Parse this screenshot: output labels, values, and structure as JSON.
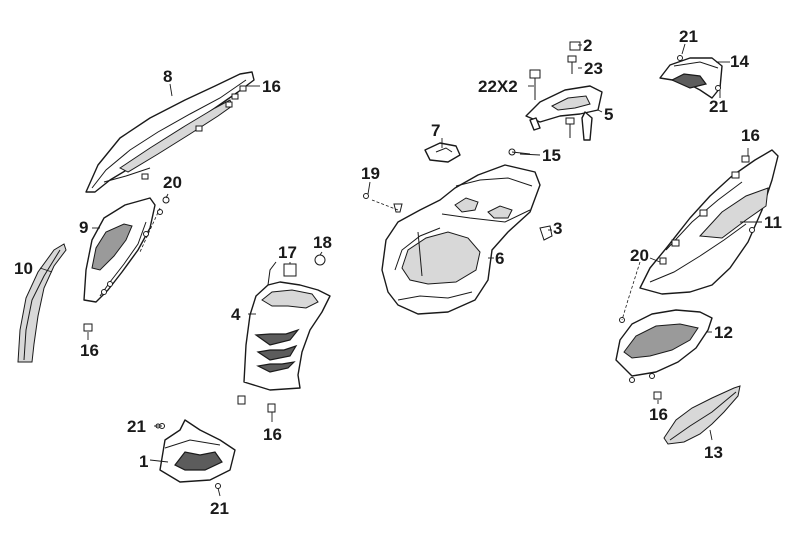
{
  "callouts": {
    "c1": "1",
    "c2": "2",
    "c3": "3",
    "c4": "4",
    "c5": "5",
    "c6": "6",
    "c7": "7",
    "c8": "8",
    "c9": "9",
    "c10": "10",
    "c11": "11",
    "c12": "12",
    "c13": "13",
    "c14": "14",
    "c15": "15",
    "c16a": "16",
    "c16b": "16",
    "c16c": "16",
    "c16d": "16",
    "c16e": "16",
    "c17": "17",
    "c18": "18",
    "c19": "19",
    "c20a": "20",
    "c20b": "20",
    "c21a": "21",
    "c21b": "21",
    "c21c": "21",
    "c21d": "21",
    "c22": "22X2",
    "c23": "23"
  }
}
